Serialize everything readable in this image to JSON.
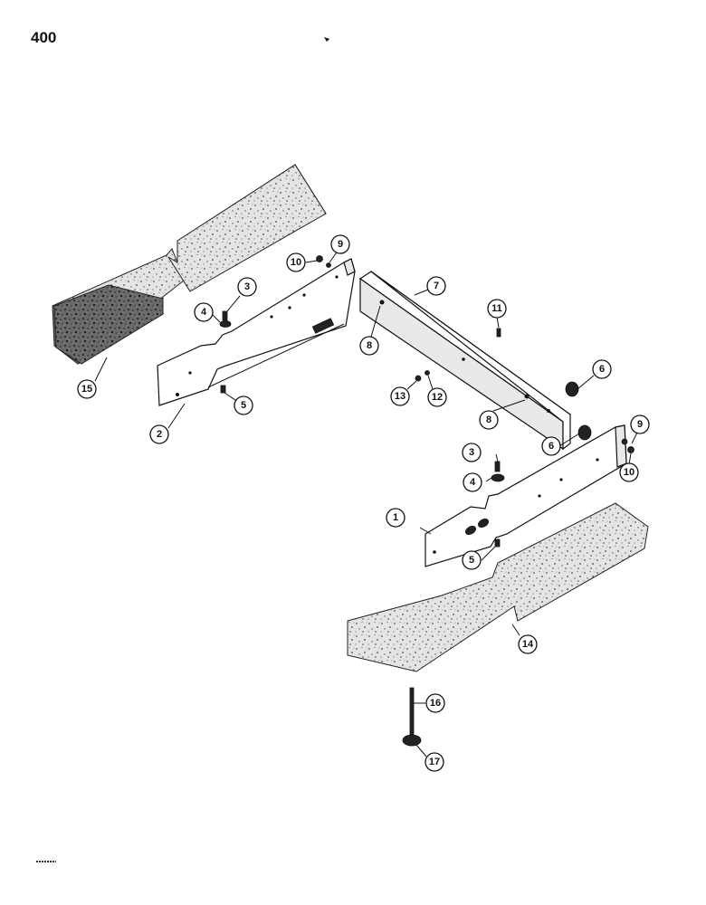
{
  "page_number": "400",
  "callouts": [
    {
      "id": "c1",
      "label": "1"
    },
    {
      "id": "c2",
      "label": "2"
    },
    {
      "id": "c3a",
      "label": "3"
    },
    {
      "id": "c3b",
      "label": "3"
    },
    {
      "id": "c4a",
      "label": "4"
    },
    {
      "id": "c4b",
      "label": "4"
    },
    {
      "id": "c5a",
      "label": "5"
    },
    {
      "id": "c5b",
      "label": "5"
    },
    {
      "id": "c6a",
      "label": "6"
    },
    {
      "id": "c6b",
      "label": "6"
    },
    {
      "id": "c7",
      "label": "7"
    },
    {
      "id": "c8a",
      "label": "8"
    },
    {
      "id": "c8b",
      "label": "8"
    },
    {
      "id": "c9a",
      "label": "9"
    },
    {
      "id": "c9b",
      "label": "9"
    },
    {
      "id": "c10a",
      "label": "10"
    },
    {
      "id": "c10b",
      "label": "10"
    },
    {
      "id": "c11",
      "label": "11"
    },
    {
      "id": "c12",
      "label": "12"
    },
    {
      "id": "c13",
      "label": "13"
    },
    {
      "id": "c14",
      "label": "14"
    },
    {
      "id": "c15",
      "label": "15"
    },
    {
      "id": "c16",
      "label": "16"
    },
    {
      "id": "c17",
      "label": "17"
    }
  ]
}
